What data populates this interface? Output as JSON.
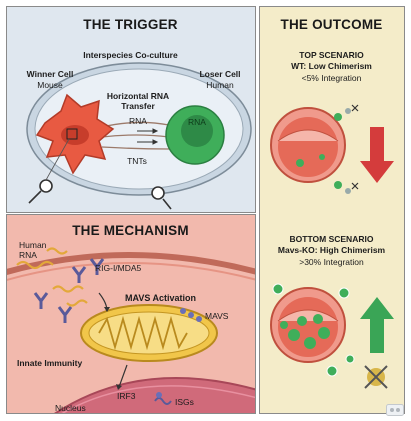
{
  "trigger": {
    "title": "THE TRIGGER",
    "coculture": "Interspecies Co-culture",
    "winner_label": "Winner Cell",
    "winner_species": "Mouse",
    "loser_label": "Loser Cell",
    "loser_species": "Human",
    "transfer_line1": "Horizontal RNA",
    "transfer_line2": "Transfer",
    "rna_top": "RNA",
    "rna_in_cell": "RNA",
    "tnts": "TNTs"
  },
  "mechanism": {
    "title": "THE MECHANISM",
    "human_rna_line1": "Human",
    "human_rna_line2": "RNA",
    "receptor": "RIG-I/MDA5",
    "activation": "MAVS Activation",
    "mavs": "MAVS",
    "innate": "Innate Immunity",
    "irf3": "IRF3",
    "isgs": "ISGs",
    "nucleus": "Nucleus"
  },
  "outcome": {
    "title": "THE OUTCOME",
    "top_heading": "TOP SCENARIO",
    "top_condition": "WT: Low Chimerism",
    "top_integration": "<5% Integration",
    "bottom_heading": "BOTTOM SCENARIO",
    "bottom_condition": "Mavs-KO: High Chimerism",
    "bottom_integration": ">30% Integration"
  },
  "colors": {
    "trigger_bg": "#dfe7ef",
    "mechanism_bg": "#f2b9ad",
    "outcome_bg": "#f4ecc9",
    "winner_cell": "#e85a42",
    "loser_cell": "#3fae5a",
    "down_arrow": "#d43c3c",
    "up_arrow": "#3aa556",
    "mitochondria": "#f1c64a"
  },
  "icons": [
    "magnifier-icon",
    "rna-strand-icon",
    "receptor-icon",
    "mitochondrion-icon",
    "nucleus-icon",
    "down-arrow-icon",
    "up-arrow-icon",
    "crossed-cell-icon",
    "watermark-icon"
  ]
}
